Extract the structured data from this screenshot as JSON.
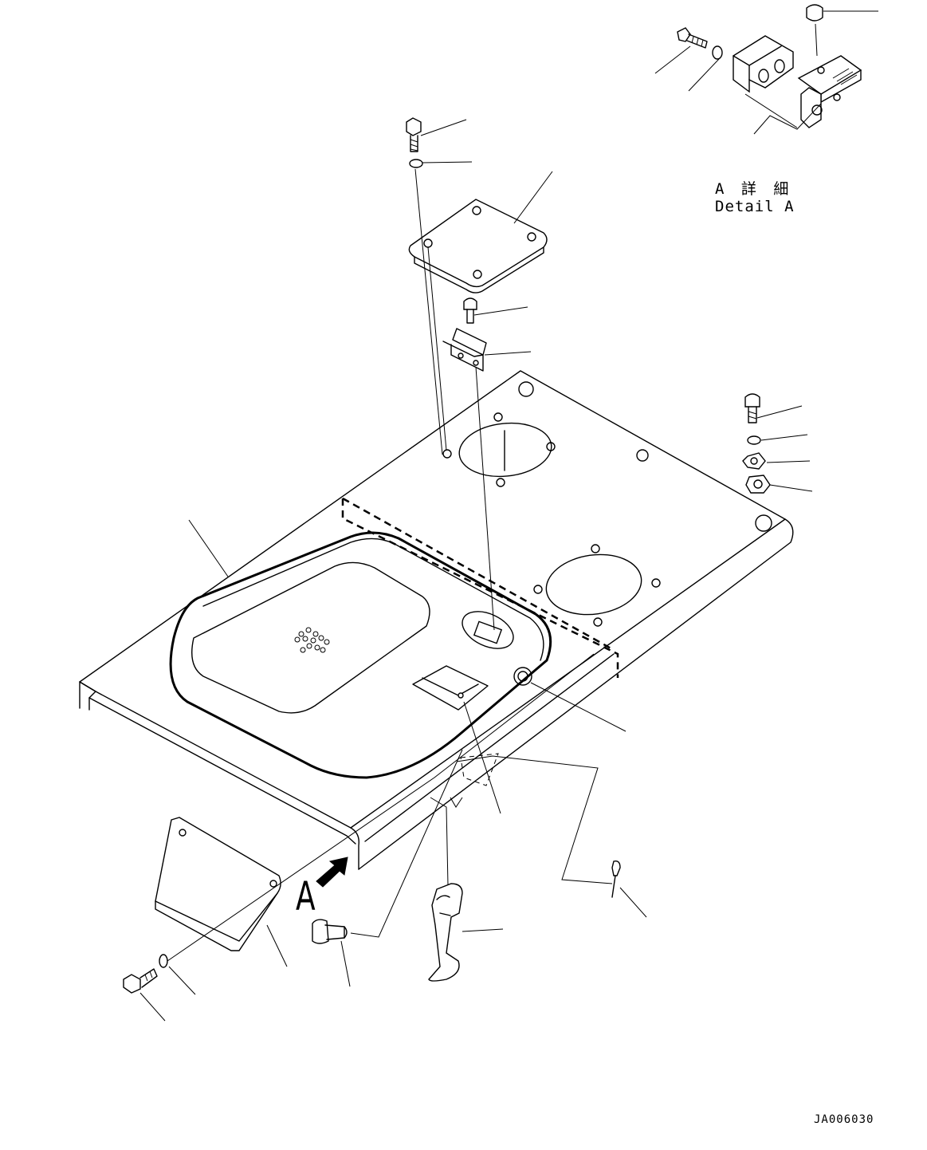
{
  "labels": {
    "detail_jp": "A 詳 細",
    "detail_en": "Detail A",
    "view_letter": "A",
    "drawing_number": "JA006030"
  },
  "colors": {
    "line": "#000000",
    "background": "#ffffff"
  }
}
